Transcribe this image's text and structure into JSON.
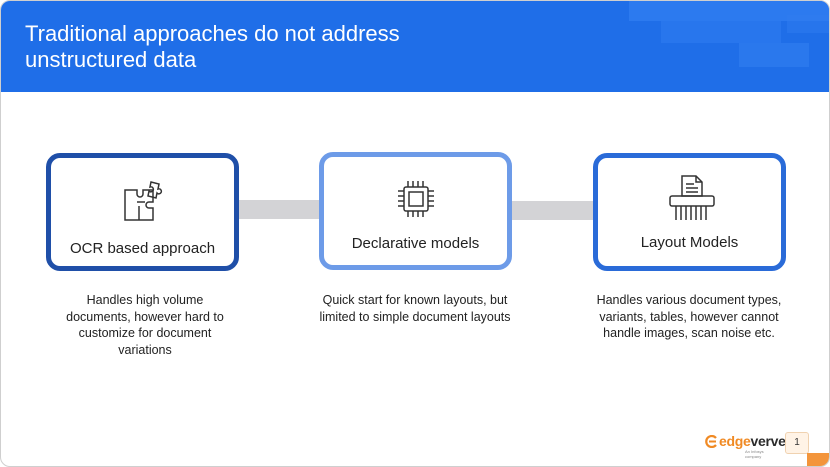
{
  "slide": {
    "title": "Traditional approaches do not address unstructured data",
    "page_number": "1"
  },
  "cards": [
    {
      "label": "OCR based approach",
      "icon": "puzzle-icon"
    },
    {
      "label": "Declarative models",
      "icon": "chip-icon"
    },
    {
      "label": "Layout Models",
      "icon": "shredder-icon"
    }
  ],
  "descriptions": [
    "Handles high volume documents, however hard to customize for document variations",
    "Quick start for known layouts, but limited to simple document layouts",
    "Handles various document types, variants, tables, however cannot handle images, scan noise etc."
  ],
  "logo": {
    "brand_prefix": "edge",
    "brand_suffix": "verve",
    "tagline": "An Infosys company"
  },
  "colors": {
    "header_blue": "#1f6ee8",
    "card1_border": "#1f4fa8",
    "card2_border": "#6d9be8",
    "card3_border": "#2a6bd8",
    "connector_gray": "#d3d3d6",
    "accent_orange": "#f3953b"
  }
}
